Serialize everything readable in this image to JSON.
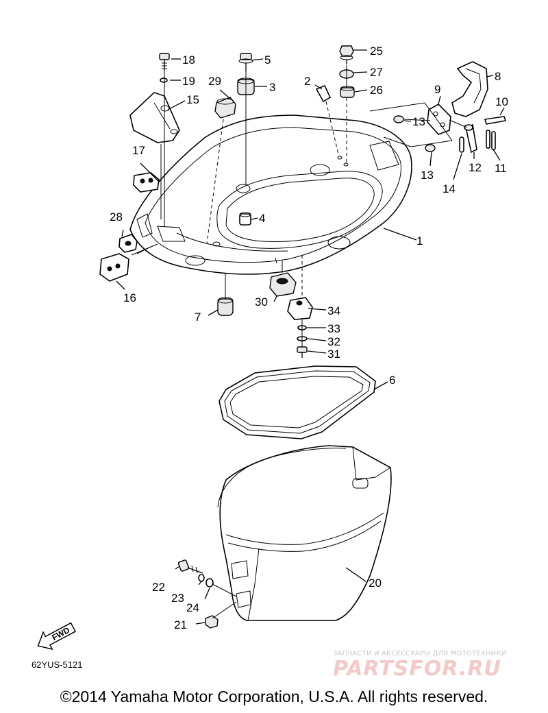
{
  "diagram": {
    "callouts": [
      "1",
      "2",
      "3",
      "4",
      "5",
      "6",
      "7",
      "8",
      "9",
      "10",
      "11",
      "12",
      "13",
      "13",
      "14",
      "15",
      "16",
      "17",
      "18",
      "19",
      "20",
      "21",
      "22",
      "23",
      "24",
      "25",
      "26",
      "27",
      "28",
      "29",
      "30",
      "31",
      "32",
      "33",
      "34"
    ],
    "fwd_label": "FWD",
    "diagram_code": "62YUS-5121",
    "copyright": "©2014 Yamaha Motor Corporation, U.S.A. All rights reserved."
  },
  "watermark": {
    "tagline": "ЗАПЧАСТИ И АКСЕССУАРЫ ДЛЯ МОТОТЕХНИКИ",
    "logo": "PARTSFOR.RU"
  }
}
